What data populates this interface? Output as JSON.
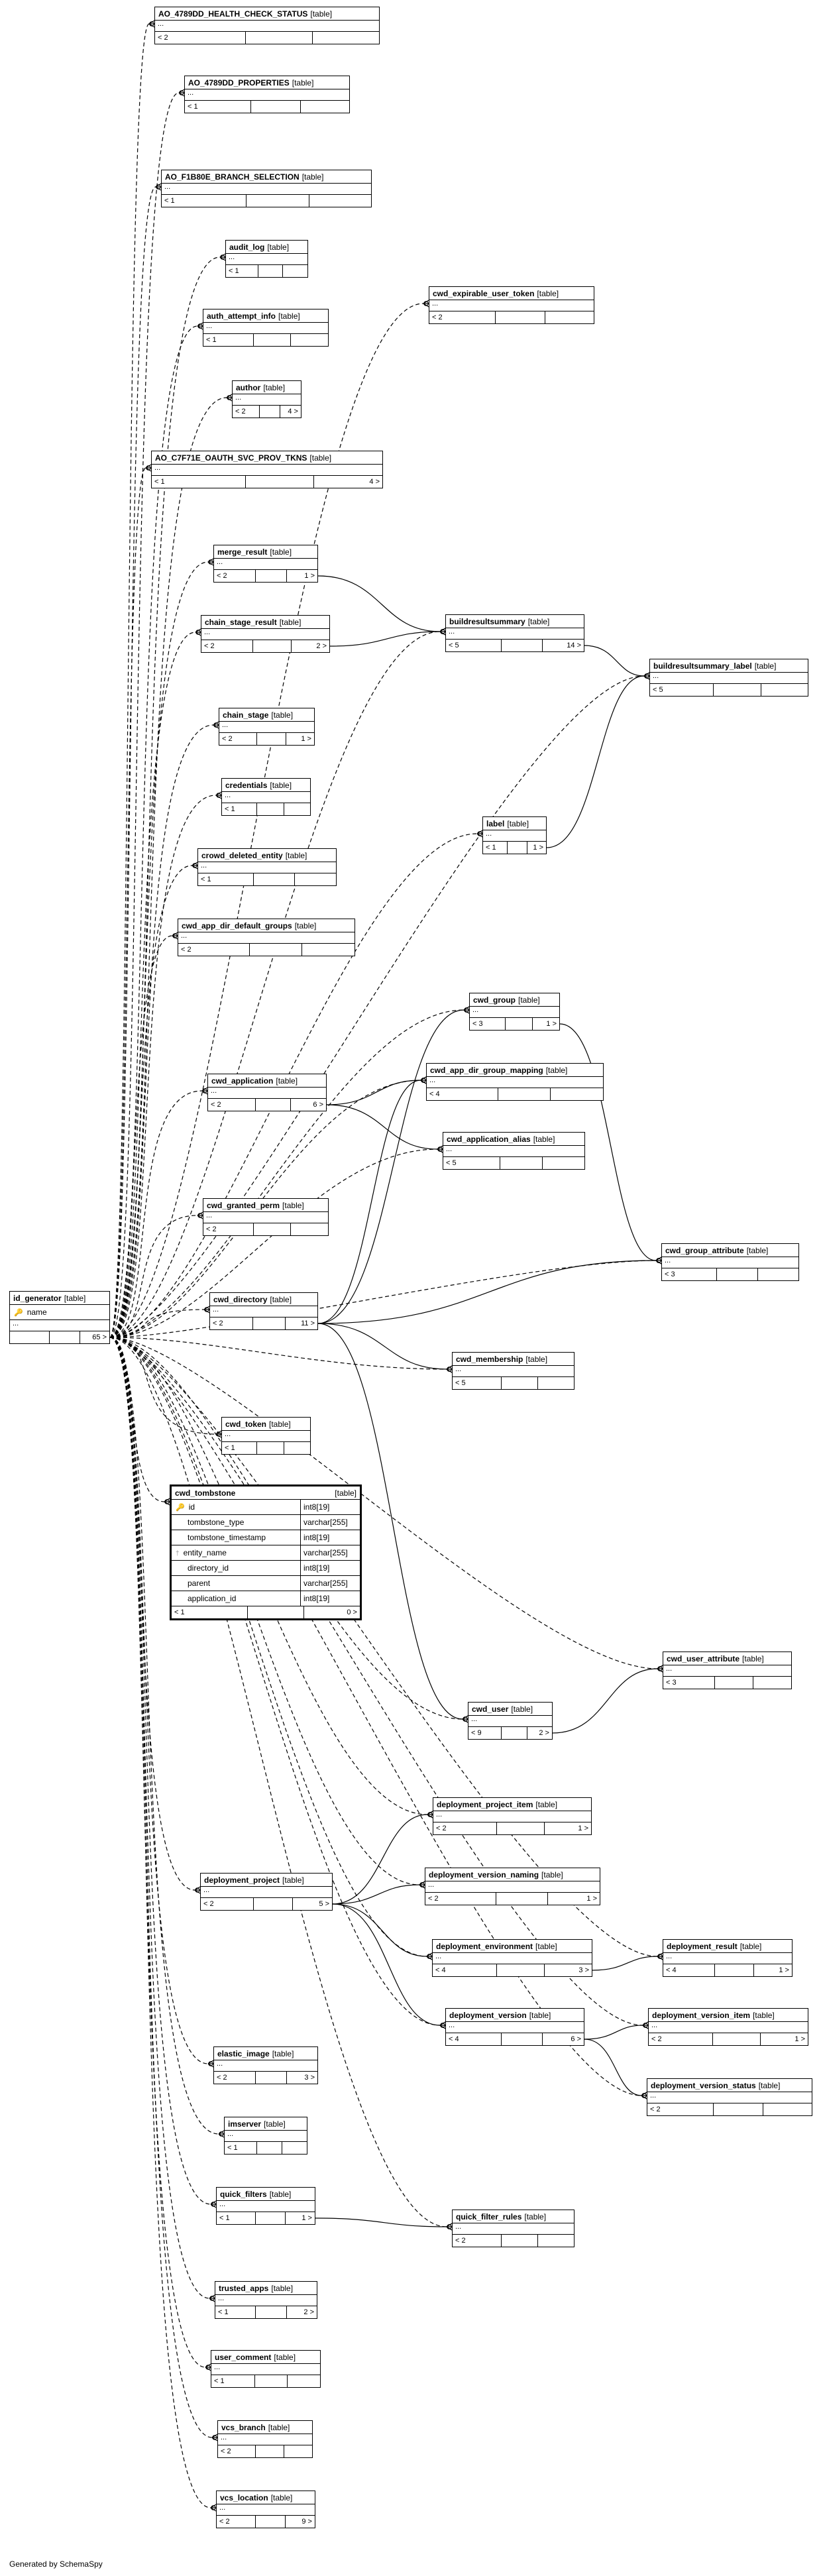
{
  "table_tag": "[table]",
  "footer": "Generated by SchemaSpy",
  "tables": [
    {
      "id": "t_ao4789hc",
      "name": "AO_4789DD_HEALTH_CHECK_STATUS",
      "footer": [
        "< 2",
        "",
        ""
      ]
    },
    {
      "id": "t_ao4789p",
      "name": "AO_4789DD_PROPERTIES",
      "footer": [
        "< 1",
        "",
        ""
      ]
    },
    {
      "id": "t_aof1b8",
      "name": "AO_F1B80E_BRANCH_SELECTION",
      "footer": [
        "< 1",
        "",
        ""
      ]
    },
    {
      "id": "t_audit",
      "name": "audit_log",
      "footer": [
        "< 1",
        "",
        ""
      ]
    },
    {
      "id": "t_authatt",
      "name": "auth_attempt_info",
      "footer": [
        "< 1",
        "",
        ""
      ]
    },
    {
      "id": "t_author",
      "name": "author",
      "footer": [
        "< 2",
        "",
        "4 >"
      ]
    },
    {
      "id": "t_aoc7f7",
      "name": "AO_C7F71E_OAUTH_SVC_PROV_TKNS",
      "footer": [
        "< 1",
        "",
        "4 >"
      ]
    },
    {
      "id": "t_cwdexp",
      "name": "cwd_expirable_user_token",
      "footer": [
        "< 2",
        "",
        ""
      ]
    },
    {
      "id": "t_merge",
      "name": "merge_result",
      "footer": [
        "< 2",
        "",
        "1 >"
      ]
    },
    {
      "id": "t_chainsr",
      "name": "chain_stage_result",
      "footer": [
        "< 2",
        "",
        "2 >"
      ]
    },
    {
      "id": "t_bsum",
      "name": "buildresultsummary",
      "footer": [
        "< 5",
        "",
        "14 >"
      ]
    },
    {
      "id": "t_bsumlbl",
      "name": "buildresultsummary_label",
      "footer": [
        "< 5",
        "",
        ""
      ]
    },
    {
      "id": "t_chains",
      "name": "chain_stage",
      "footer": [
        "< 2",
        "",
        "1 >"
      ]
    },
    {
      "id": "t_cred",
      "name": "credentials",
      "footer": [
        "< 1",
        "",
        ""
      ]
    },
    {
      "id": "t_crowd",
      "name": "crowd_deleted_entity",
      "footer": [
        "< 1",
        "",
        ""
      ]
    },
    {
      "id": "t_label",
      "name": "label",
      "footer": [
        "< 1",
        "",
        "1 >"
      ]
    },
    {
      "id": "t_cwdappdef",
      "name": "cwd_app_dir_default_groups",
      "footer": [
        "< 2",
        "",
        ""
      ]
    },
    {
      "id": "t_cwdgroup",
      "name": "cwd_group",
      "footer": [
        "< 3",
        "",
        "1 >"
      ]
    },
    {
      "id": "t_cwdapp",
      "name": "cwd_application",
      "footer": [
        "< 2",
        "",
        "6 >"
      ]
    },
    {
      "id": "t_cwdappgm",
      "name": "cwd_app_dir_group_mapping",
      "footer": [
        "< 4",
        "",
        ""
      ]
    },
    {
      "id": "t_cwdappal",
      "name": "cwd_application_alias",
      "footer": [
        "< 5",
        "",
        ""
      ]
    },
    {
      "id": "t_cwdgp",
      "name": "cwd_granted_perm",
      "footer": [
        "< 2",
        "",
        ""
      ]
    },
    {
      "id": "t_idgen",
      "name": "id_generator",
      "footer": [
        "",
        "",
        "65 >"
      ],
      "columns": [
        {
          "name": "name",
          "kind": "pk",
          "type": ""
        }
      ]
    },
    {
      "id": "t_cwddir",
      "name": "cwd_directory",
      "footer": [
        "< 2",
        "",
        "11 >"
      ]
    },
    {
      "id": "t_cwdgattr",
      "name": "cwd_group_attribute",
      "footer": [
        "< 3",
        "",
        ""
      ]
    },
    {
      "id": "t_cwdmem",
      "name": "cwd_membership",
      "footer": [
        "< 5",
        "",
        ""
      ]
    },
    {
      "id": "t_cwdtok",
      "name": "cwd_token",
      "footer": [
        "< 1",
        "",
        ""
      ]
    },
    {
      "id": "t_cwdtomb",
      "name": "cwd_tombstone",
      "footer": [
        "< 1",
        "",
        "0 >"
      ],
      "columns": [
        {
          "name": "id",
          "kind": "pk",
          "type": "int8[19]"
        },
        {
          "name": "tombstone_type",
          "kind": "",
          "type": "varchar[255]"
        },
        {
          "name": "tombstone_timestamp",
          "kind": "",
          "type": "int8[19]"
        },
        {
          "name": "entity_name",
          "kind": "fk",
          "type": "varchar[255]"
        },
        {
          "name": "directory_id",
          "kind": "",
          "type": "int8[19]"
        },
        {
          "name": "parent",
          "kind": "",
          "type": "varchar[255]"
        },
        {
          "name": "application_id",
          "kind": "",
          "type": "int8[19]"
        }
      ]
    },
    {
      "id": "t_cwduattr",
      "name": "cwd_user_attribute",
      "footer": [
        "< 3",
        "",
        ""
      ]
    },
    {
      "id": "t_cwduser",
      "name": "cwd_user",
      "footer": [
        "< 9",
        "",
        "2 >"
      ]
    },
    {
      "id": "t_depproji",
      "name": "deployment_project_item",
      "footer": [
        "< 2",
        "",
        "1 >"
      ]
    },
    {
      "id": "t_depvername",
      "name": "deployment_version_naming",
      "footer": [
        "< 2",
        "",
        "1 >"
      ]
    },
    {
      "id": "t_depproj",
      "name": "deployment_project",
      "footer": [
        "< 2",
        "",
        "5 >"
      ]
    },
    {
      "id": "t_depenv",
      "name": "deployment_environment",
      "footer": [
        "< 4",
        "",
        "3 >"
      ]
    },
    {
      "id": "t_depres",
      "name": "deployment_result",
      "footer": [
        "< 4",
        "",
        "1 >"
      ]
    },
    {
      "id": "t_depver",
      "name": "deployment_version",
      "footer": [
        "< 4",
        "",
        "6 >"
      ]
    },
    {
      "id": "t_depveri",
      "name": "deployment_version_item",
      "footer": [
        "< 2",
        "",
        "1 >"
      ]
    },
    {
      "id": "t_depvers",
      "name": "deployment_version_status",
      "footer": [
        "< 2",
        "",
        ""
      ]
    },
    {
      "id": "t_elastic",
      "name": "elastic_image",
      "footer": [
        "< 2",
        "",
        "3 >"
      ]
    },
    {
      "id": "t_imserver",
      "name": "imserver",
      "footer": [
        "< 1",
        "",
        ""
      ]
    },
    {
      "id": "t_qf",
      "name": "quick_filters",
      "footer": [
        "< 1",
        "",
        "1 >"
      ]
    },
    {
      "id": "t_qfr",
      "name": "quick_filter_rules",
      "footer": [
        "< 2",
        "",
        ""
      ]
    },
    {
      "id": "t_trusted",
      "name": "trusted_apps",
      "footer": [
        "< 1",
        "",
        "2 >"
      ]
    },
    {
      "id": "t_ucomment",
      "name": "user_comment",
      "footer": [
        "< 1",
        "",
        ""
      ]
    },
    {
      "id": "t_vcsb",
      "name": "vcs_branch",
      "footer": [
        "< 2",
        "",
        ""
      ]
    },
    {
      "id": "t_vcsl",
      "name": "vcs_location",
      "footer": [
        "< 2",
        "",
        "9 >"
      ]
    }
  ]
}
